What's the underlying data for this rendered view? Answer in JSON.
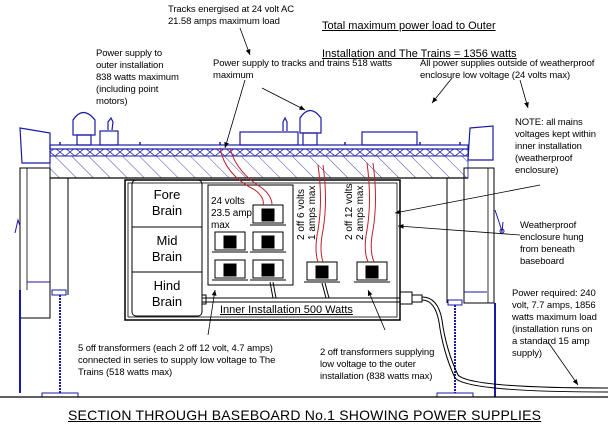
{
  "title": "SECTION THROUGH BASEBOARD No.1 SHOWING POWER SUPPLIES",
  "header_note": {
    "line1": "Total maximum power load to Outer",
    "line2": "Installation and The Trains = 1356 watts"
  },
  "annotations": {
    "tracks_energised": "Tracks energised at 24 volt AC\n21.58 amps maximum load",
    "outer_supply": "Power supply to\nouter installation\n838 watts maximum\n(including point\nmotors)",
    "tracks_supply": "Power supply to tracks and trains 518 watts\nmaximum",
    "outside_low_voltage": "All power supplies outside of weatherproof\nenclosure low voltage (24 volts max)",
    "mains_note": "NOTE: all mains\nvoltages kept within\ninner installation\n(weatherproof\nenclosure)",
    "enclosure_hung": "Weatherproof\nenclosure hung\nfrom beneath\nbaseboard",
    "power_required": "Power required: 240\nvolt, 7.7 amps, 1856\nwatts maximum load\n(installation runs on\na standard 15 amp\nsupply)",
    "five_transformers": "5 off transformers (each 2 off 12 volt, 4.7 amps)\nconnected in series to supply low voltage to The\nTrains (518 watts max)",
    "two_transformers": "2 off transformers supplying\nlow voltage to the outer\ninstallation (838 watts max)"
  },
  "enclosure": {
    "brains": [
      "Fore\nBrain",
      "Mid\nBrain",
      "Hind\nBrain"
    ],
    "train_bank_label": "24 volts\n23.5 amp\nmax",
    "six_volt_label": "2 off 6 volts\n1 amps max",
    "twelve_volt_label": "2 off 12 volts\n2 amps max",
    "inner_installation": "Inner Installation 500 Watts"
  },
  "colors": {
    "structure": "#1a1aa8",
    "lines": "#000000",
    "wiring": "#c0202a",
    "background": "#ffffff"
  }
}
